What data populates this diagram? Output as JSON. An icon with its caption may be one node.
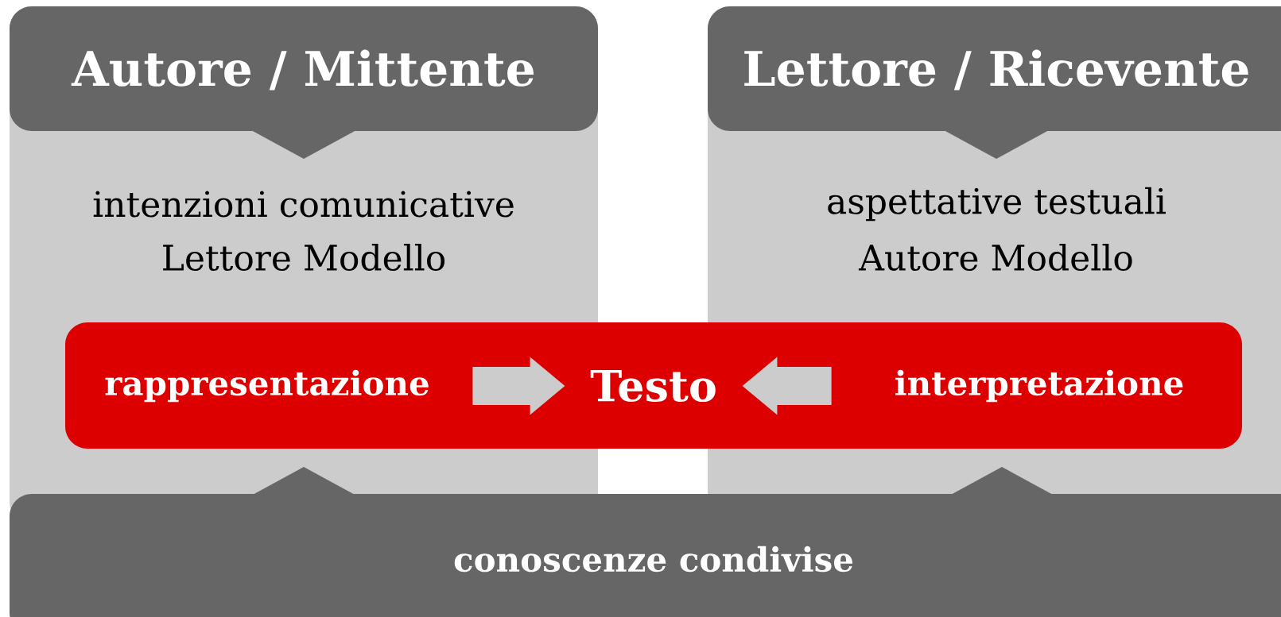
{
  "diagram": {
    "nodes": [
      {
        "text": [
          "intenzioni comunicative",
          "Lettore Modello"
        ]
      },
      {
        "text": [
          "Autore / Mittente"
        ],
        "in": 0
      },
      {
        "text": [
          "aspettative testuali",
          "Autore Modello"
        ]
      },
      {
        "text": [
          "Lettore / Ricevente"
        ],
        "in": 2
      },
      {
        "text": [],
        "shape": "bar"
      },
      {
        "text": [
          "rappresentazione"
        ]
      },
      {
        "text": [
          "Testo"
        ],
        "in": 4
      },
      {
        "text": [
          "interpretazione"
        ]
      },
      {
        "text": [
          "conoscenze condivise"
        ]
      }
    ],
    "edges": [
      {
        "from": 5,
        "to": 6,
        "arrow": "to"
      },
      {
        "from": 7,
        "to": 6,
        "arrow": "to"
      }
    ]
  }
}
